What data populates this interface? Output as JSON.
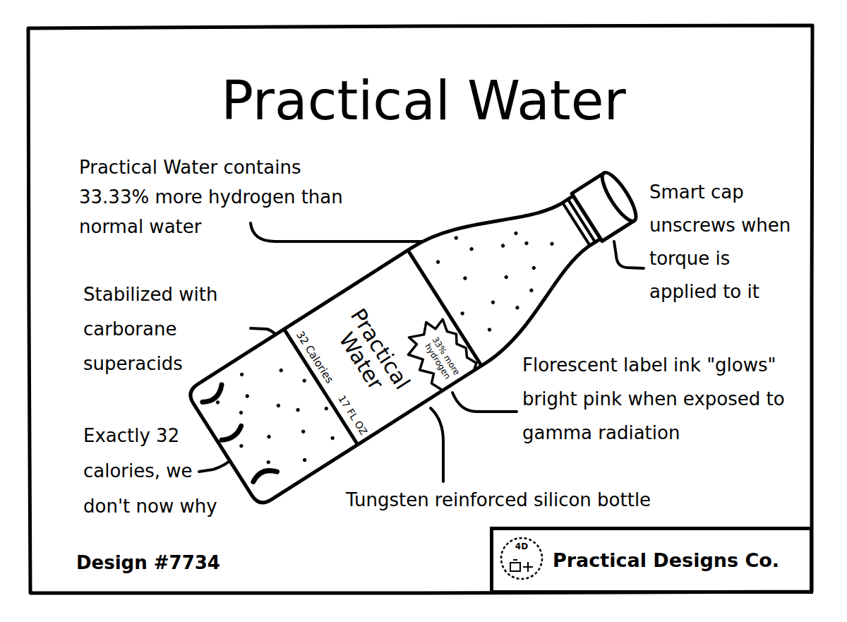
{
  "diagram": {
    "title": "Practical Water",
    "nodes": [
      {
        "text": [
          "Practical Designs Co."
        ]
      },
      {
        "text": [
          "4D"
        ],
        "in": 0
      }
    ],
    "labels": [
      "Practical Water contains 33.33% more hydrogen than normal water",
      "Smart cap unscrews when torque is applied to it",
      "Stabilized with carborane superacids",
      "Practical Water",
      "32 Calories",
      "33% more hydrogen",
      "17 FL OZ",
      "Florescent label ink \"glows\" bright pink when exposed to gamma radiation",
      "Exactly 32 calories, we don't now why",
      "Tungsten reinforced silicon bottle",
      "Design #7734"
    ]
  }
}
